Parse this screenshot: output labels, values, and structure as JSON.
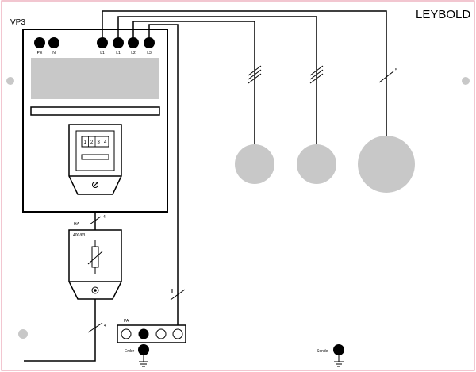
{
  "panel": {
    "brand": "LEYBOLD",
    "title": "VP3"
  },
  "meter": {
    "terminals": [
      "PE",
      "N",
      "L1",
      "L1",
      "L2",
      "L3"
    ],
    "digits": [
      "1",
      "2",
      "3",
      "4"
    ]
  },
  "main_fuse": {
    "label": "HA",
    "rating": "400/63"
  },
  "cable_counts": {
    "meter_to_fuse": "4",
    "supply": "4",
    "load_right": "5"
  },
  "equipotential": {
    "label": "PA",
    "earth_label": "Erder",
    "probe_label": "Sonde"
  },
  "colors": {
    "outline": "#000000",
    "fill_gray": "#c8c8c8",
    "panel_border": "#e8a0b0",
    "hole": "#c8c8c8"
  }
}
